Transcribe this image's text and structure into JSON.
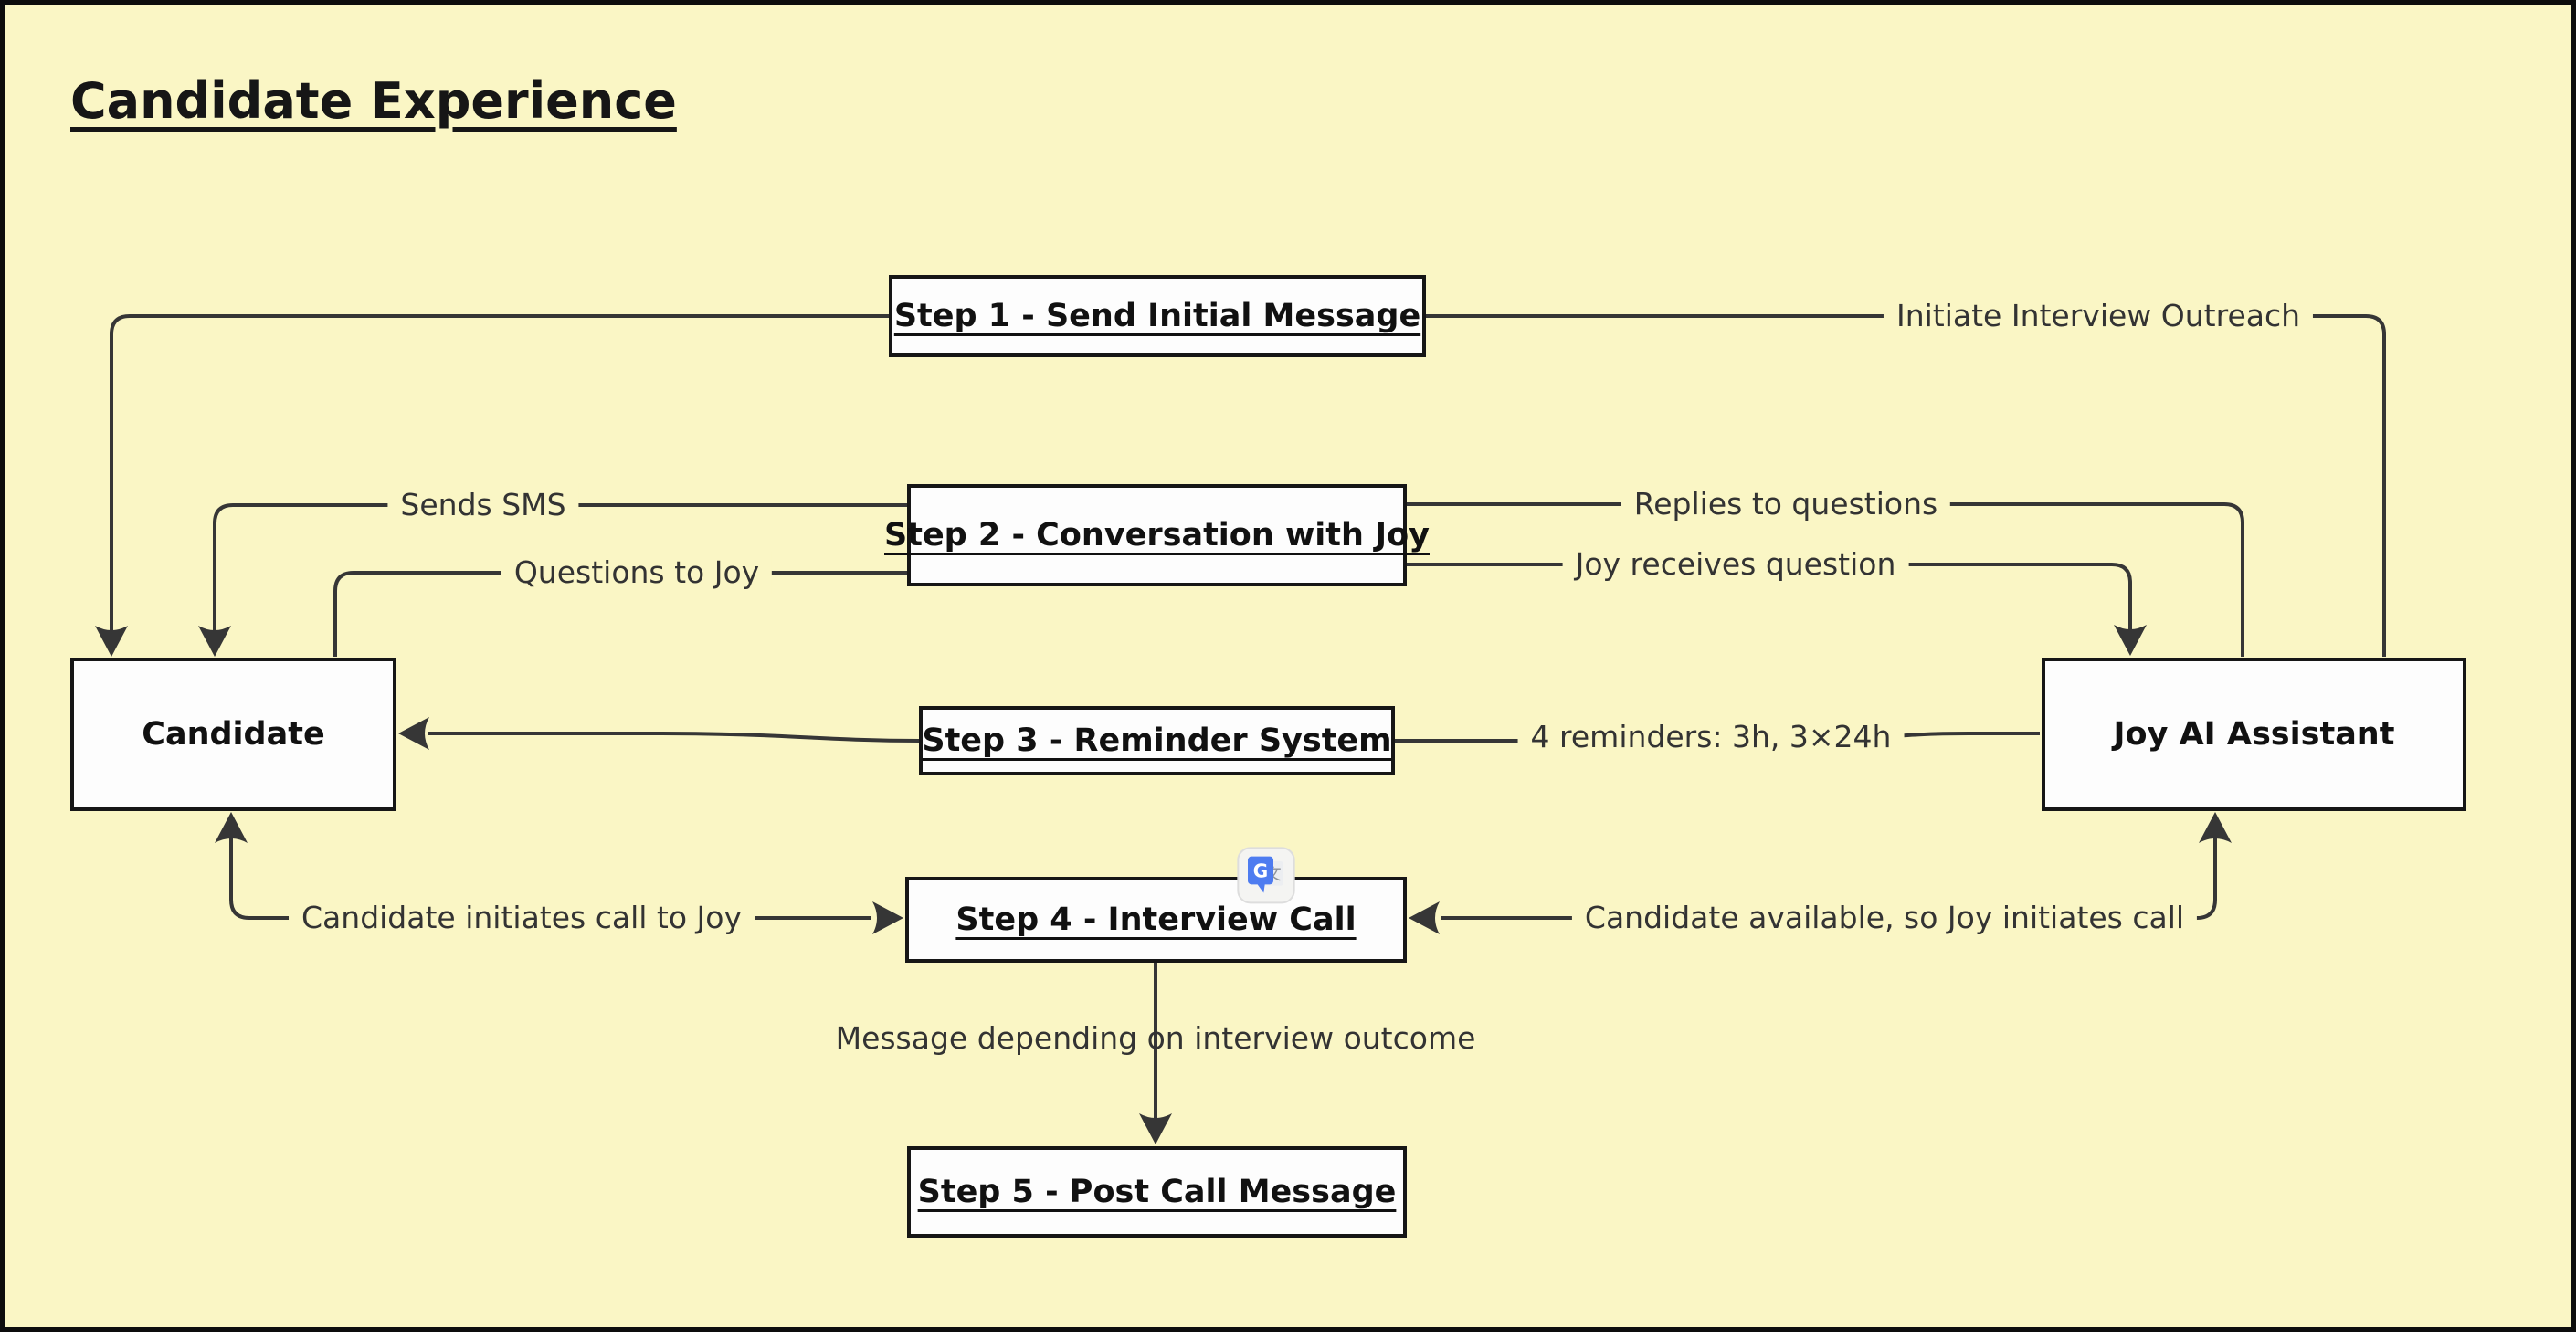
{
  "title": "Candidate Experience",
  "theme": {
    "canvas_background": "#faf6c5",
    "canvas_border": "#0d0d0d",
    "node_fill": "#fdfdfd",
    "node_border": "#161616",
    "edge_color": "#363636",
    "label_color": "#333333"
  },
  "nodes": {
    "step1": {
      "label": "Step 1 - Send Initial Message"
    },
    "step2": {
      "label": "Step 2 - Conversation with Joy"
    },
    "step3": {
      "label": "Step 3 - Reminder System"
    },
    "step4": {
      "label": "Step 4 - Interview Call"
    },
    "step5": {
      "label": "Step 5 - Post Call Message"
    },
    "candidate": {
      "label": "Candidate"
    },
    "joy": {
      "label": "Joy AI Assistant"
    }
  },
  "edge_labels": {
    "outreach": "Initiate Interview Outreach",
    "sends_sms": "Sends SMS",
    "questions_to_joy": "Questions to Joy",
    "replies": "Replies to questions",
    "joy_receives": "Joy receives question",
    "reminders": "4 reminders: 3h, 3×24h",
    "candidate_initiates": "Candidate initiates call to Joy",
    "candidate_available": "Candidate available, so Joy initiates call",
    "post_call": "Message depending on interview outcome"
  },
  "icons": {
    "step4_badge": "google-translate-icon"
  }
}
